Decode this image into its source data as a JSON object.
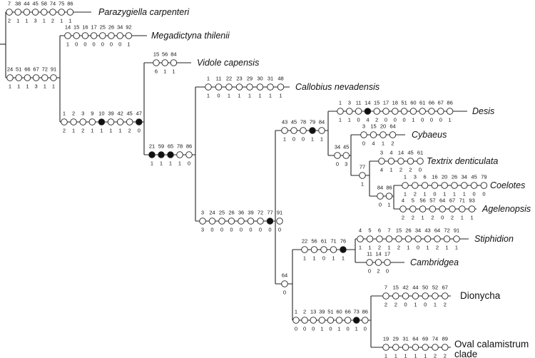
{
  "colors": {
    "line": "#222222",
    "filled": "#111111",
    "open": "#ffffff"
  },
  "terminals": [
    {
      "name": "Parazygiella carpenteri",
      "italic": true,
      "chars": [
        "7",
        "38",
        "44",
        "45",
        "58",
        "74",
        "75",
        "86"
      ],
      "states": [
        "2",
        "1",
        "1",
        "3",
        "1",
        "2",
        "1",
        "1"
      ],
      "filled": []
    },
    {
      "name": "Megadictyna thilenii",
      "italic": true,
      "chars": [
        "14",
        "15",
        "16",
        "17",
        "25",
        "26",
        "34",
        "92"
      ],
      "states": [
        "1",
        "0",
        "0",
        "0",
        "0",
        "0",
        "0",
        "1"
      ],
      "filled": []
    },
    {
      "name": "Vidole capensis",
      "italic": true,
      "chars": [
        "15",
        "56",
        "84"
      ],
      "states": [
        "6",
        "1",
        "1"
      ],
      "filled": []
    },
    {
      "name": "Callobius nevadensis",
      "italic": true,
      "chars": [
        "1",
        "11",
        "22",
        "23",
        "29",
        "30",
        "31",
        "48"
      ],
      "states": [
        "1",
        "0",
        "1",
        "1",
        "1",
        "1",
        "1",
        "1"
      ],
      "filled": []
    },
    {
      "name": "Desis",
      "italic": true,
      "chars": [
        "1",
        "3",
        "11",
        "14",
        "15",
        "17",
        "18",
        "51",
        "60",
        "61",
        "66",
        "67",
        "86"
      ],
      "states": [
        "1",
        "1",
        "0",
        "4",
        "2",
        "0",
        "0",
        "0",
        "1",
        "0",
        "0",
        "0",
        "1"
      ],
      "filled": [
        3
      ]
    },
    {
      "name": "Cybaeus",
      "italic": true,
      "chars": [
        "3",
        "15",
        "20",
        "64"
      ],
      "states": [
        "0",
        "4",
        "1",
        "2"
      ],
      "filled": []
    },
    {
      "name": "Textrix denticulata",
      "italic": true,
      "chars": [
        "3",
        "4",
        "14",
        "45",
        "61"
      ],
      "states": [
        "4",
        "1",
        "2",
        "2",
        "0"
      ],
      "filled": []
    },
    {
      "name": "Coelotes",
      "italic": true,
      "chars": [
        "1",
        "3",
        "6",
        "16",
        "20",
        "26",
        "34",
        "45",
        "79"
      ],
      "states": [
        "1",
        "2",
        "1",
        "0",
        "1",
        "1",
        "1",
        "0",
        "0"
      ],
      "filled": []
    },
    {
      "name": "Agelenopsis",
      "italic": true,
      "chars": [
        "4",
        "5",
        "56",
        "57",
        "64",
        "67",
        "71",
        "93"
      ],
      "states": [
        "2",
        "2",
        "1",
        "2",
        "0",
        "2",
        "1",
        "1"
      ],
      "filled": []
    },
    {
      "name": "Stiphidion",
      "italic": true,
      "chars": [
        "4",
        "5",
        "6",
        "7",
        "15",
        "26",
        "34",
        "43",
        "64",
        "72",
        "91"
      ],
      "states": [
        "1",
        "1",
        "2",
        "1",
        "2",
        "1",
        "0",
        "1",
        "2",
        "1",
        "1"
      ],
      "filled": []
    },
    {
      "name": "Cambridgea",
      "italic": true,
      "chars": [
        "11",
        "14",
        "17"
      ],
      "states": [
        "0",
        "2",
        "0"
      ],
      "filled": []
    },
    {
      "name": "Dionycha",
      "italic": false,
      "chars": [
        "7",
        "15",
        "42",
        "44",
        "50",
        "52",
        "67"
      ],
      "states": [
        "2",
        "2",
        "0",
        "1",
        "0",
        "1",
        "2"
      ],
      "filled": []
    },
    {
      "name": "Oval calamistrum clade",
      "italic": false,
      "chars": [
        "19",
        "29",
        "31",
        "64",
        "69",
        "74",
        "89"
      ],
      "states": [
        "1",
        "1",
        "1",
        "1",
        "1",
        "2",
        "2"
      ],
      "filled": []
    }
  ],
  "internal": [
    {
      "id": "n1",
      "chars": [
        "24",
        "51",
        "66",
        "67",
        "72",
        "91"
      ],
      "states": [
        "1",
        "1",
        "1",
        "3",
        "1",
        "1"
      ],
      "filled": []
    },
    {
      "id": "n2",
      "chars": [
        "1",
        "2",
        "3",
        "9",
        "10",
        "39",
        "42",
        "45",
        "47"
      ],
      "states": [
        "2",
        "1",
        "2",
        "1",
        "1",
        "1",
        "1",
        "2",
        "0"
      ],
      "filled": [
        4,
        8
      ]
    },
    {
      "id": "n3",
      "chars": [
        "21",
        "59",
        "65",
        "78",
        "86"
      ],
      "states": [
        "1",
        "1",
        "1",
        "1",
        "0"
      ],
      "filled": [
        0,
        1,
        2
      ]
    },
    {
      "id": "n4",
      "chars": [
        "3",
        "24",
        "25",
        "26",
        "36",
        "39",
        "72",
        "77",
        "91"
      ],
      "states": [
        "3",
        "0",
        "0",
        "0",
        "0",
        "0",
        "0",
        "0",
        "0"
      ],
      "filled": [
        7
      ]
    },
    {
      "id": "n5",
      "chars": [
        "43",
        "45",
        "78",
        "79",
        "84"
      ],
      "states": [
        "1",
        "0",
        "0",
        "1",
        "1"
      ],
      "filled": [
        3
      ]
    },
    {
      "id": "n6",
      "chars": [
        "34",
        "45"
      ],
      "states": [
        "0",
        "3"
      ],
      "filled": []
    },
    {
      "id": "n7",
      "chars": [
        "77"
      ],
      "states": [
        "1"
      ],
      "filled": []
    },
    {
      "id": "n8",
      "chars": [
        "84",
        "86"
      ],
      "states": [
        "0",
        "1"
      ],
      "filled": []
    },
    {
      "id": "n9",
      "chars": [
        "64"
      ],
      "states": [
        "0"
      ],
      "filled": []
    },
    {
      "id": "n10",
      "chars": [
        "22",
        "56",
        "61",
        "71",
        "76"
      ],
      "states": [
        "1",
        "1",
        "0",
        "1",
        "1"
      ],
      "filled": [
        4
      ]
    },
    {
      "id": "n11",
      "chars": [
        "1",
        "2",
        "13",
        "39",
        "51",
        "60",
        "66",
        "73",
        "86"
      ],
      "states": [
        "0",
        "0",
        "0",
        "1",
        "0",
        "1",
        "0",
        "1",
        "0"
      ],
      "filled": [
        7
      ]
    }
  ]
}
